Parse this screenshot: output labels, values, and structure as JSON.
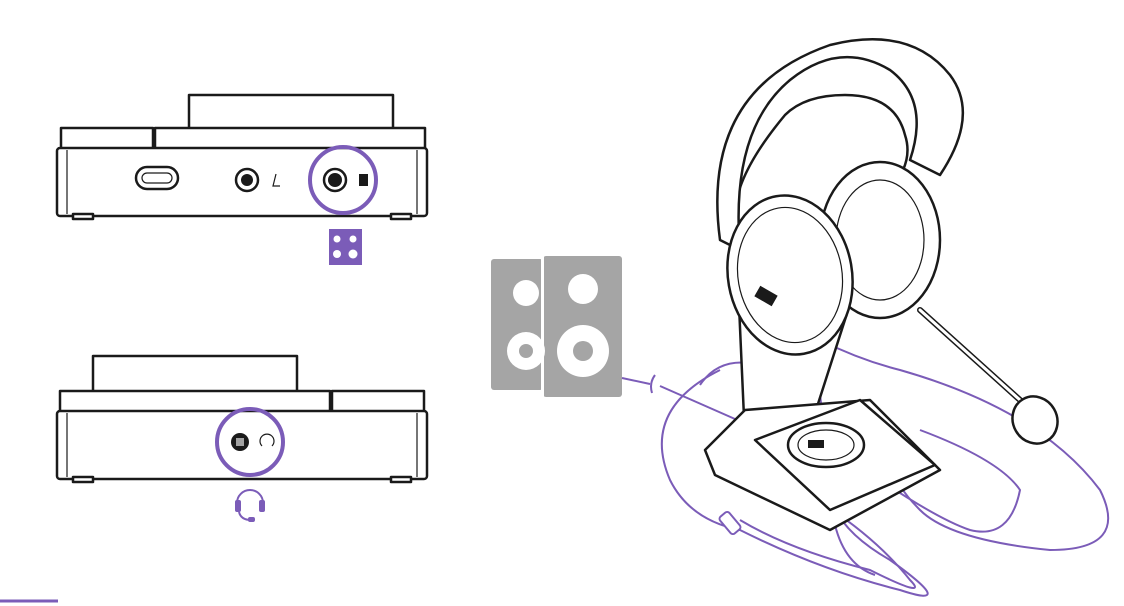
{
  "colors": {
    "accent": "#7b5cb8",
    "speaker_gray": "#a5a5a5",
    "line": "#1a1a1a"
  },
  "top_device": {
    "ports": [
      "usb-c-port",
      "mic-jack",
      "speaker-jack"
    ],
    "highlighted_port": "speaker-jack",
    "legend_icon": "speaker-icon"
  },
  "bottom_device": {
    "ports": [
      "headset-jack"
    ],
    "highlighted_port": "headset-jack",
    "legend_icon": "headset-icon"
  },
  "right_scene": {
    "items": [
      "speakers-icon",
      "headset-on-stand",
      "cable"
    ]
  }
}
